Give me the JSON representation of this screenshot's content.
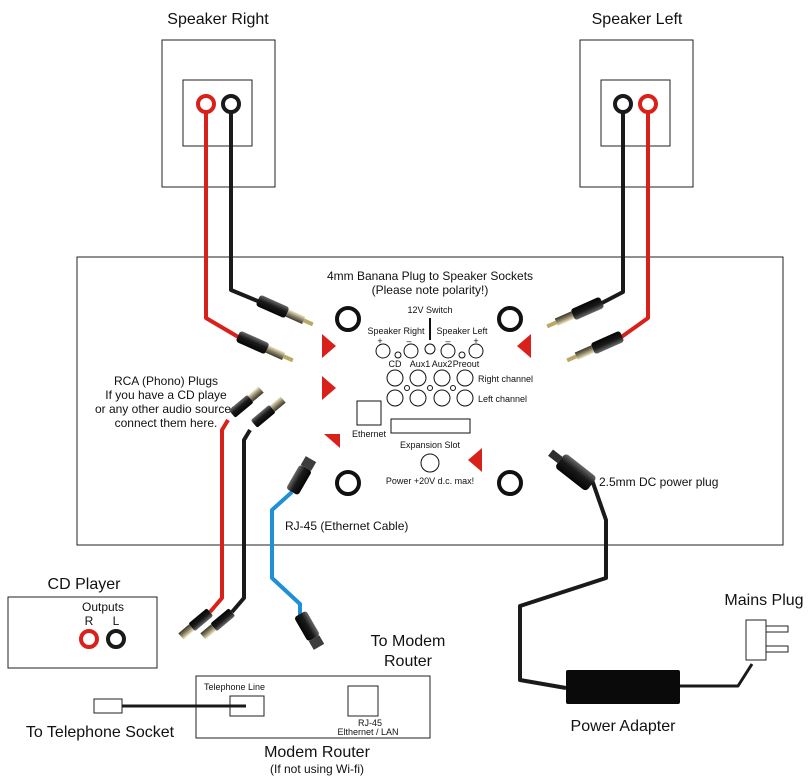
{
  "labels": {
    "speaker_right": "Speaker Right",
    "speaker_left": "Speaker Left",
    "banana_title_1": "4mm Banana Plug to Speaker Sockets",
    "banana_title_2": "(Please note polarity!)",
    "switch_12v": "12V Switch",
    "panel_speaker_right": "Speaker Right",
    "panel_speaker_left": "Speaker Left",
    "panel_cd": "CD",
    "panel_aux1": "Aux1",
    "panel_aux2": "Aux2",
    "panel_preout": "Preout",
    "right_channel": "Right channel",
    "left_channel": "Left channel",
    "ethernet": "Ethernet",
    "expansion_slot": "Expansion Slot",
    "power_input": "Power +20V d.c. max!",
    "rca_1": "RCA (Phono) Plugs",
    "rca_2": "If you have a CD playe",
    "rca_3": "or any other audio sources",
    "rca_4": "connect them here.",
    "rj45_cable": "RJ-45 (Ethernet Cable)",
    "dc_plug": "2.5mm DC power plug",
    "cd_player": "CD Player",
    "outputs": "Outputs",
    "out_r": "R",
    "out_l": "L",
    "to_modem_1": "To Modem",
    "to_modem_2": "Router",
    "mains_plug": "Mains Plug",
    "power_adapter": "Power Adapter",
    "telephone_line": "Telephone Line",
    "rj45": "RJ-45",
    "ethernet_lan": "Elthernet / LAN",
    "to_telephone": "To Telephone Socket",
    "modem_router_1": "Modem Router",
    "modem_router_2": "(If not using Wi-fi)",
    "plus": "+",
    "minus": "–"
  },
  "colors": {
    "red_wire": "#d9211b",
    "black_wire": "#1a1a1a",
    "blue_cable": "#1f8fd6",
    "arrow": "#d9211b",
    "outline": "#222222"
  }
}
